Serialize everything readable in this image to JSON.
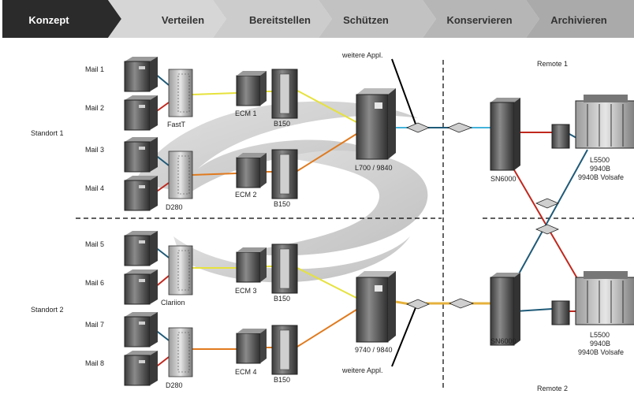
{
  "phases": [
    {
      "label": "Konzept",
      "active": true
    },
    {
      "label": "Verteilen",
      "active": false
    },
    {
      "label": "Bereitstellen",
      "active": false
    },
    {
      "label": "Schützen",
      "active": false
    },
    {
      "label": "Konservieren",
      "active": false
    },
    {
      "label": "Archivieren",
      "active": false
    }
  ],
  "colors": {
    "active_phase": "#2b2b2b",
    "phase_light": "#d4d4d4",
    "phase_mid": "#bdbdbd",
    "phase_dark": "#a8a8a8",
    "link_blue": "#1f5a78",
    "link_red": "#c0281e",
    "link_yellow": "#e6e23c",
    "link_orange": "#e07a1e",
    "link_cyan": "#43b4dc",
    "link_black": "#000000"
  },
  "sites": {
    "site1": "Standort 1",
    "site2": "Standort 2",
    "remote1": "Remote 1",
    "remote2": "Remote 2"
  },
  "mail_servers": [
    "Mail 1",
    "Mail 2",
    "Mail 3",
    "Mail 4",
    "Mail 5",
    "Mail 6",
    "Mail 7",
    "Mail 8"
  ],
  "storage": {
    "s1": "FastT",
    "s2": "D280",
    "s3": "Clariion",
    "s4": "D280"
  },
  "ecm": {
    "e1": "ECM 1",
    "e2": "ECM 2",
    "e3": "ECM 3",
    "e4": "ECM 4"
  },
  "b150": "B150",
  "libraries": {
    "top": "L700 / 9840",
    "bottom": "9740 / 9840"
  },
  "further_apps": "weitere Appl.",
  "sn": "SN6000",
  "remote_lib": {
    "line1": "L5500",
    "line2": "9940B",
    "line3": "9940B Volsafe"
  }
}
